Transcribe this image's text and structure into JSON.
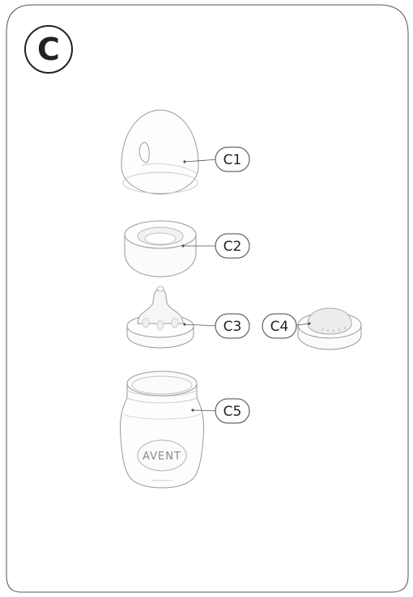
{
  "section": {
    "letter": "C"
  },
  "parts": [
    {
      "id": "C1",
      "label": "C1"
    },
    {
      "id": "C2",
      "label": "C2"
    },
    {
      "id": "C3",
      "label": "C3"
    },
    {
      "id": "C4",
      "label": "C4"
    },
    {
      "id": "C5",
      "label": "C5"
    }
  ],
  "bottle": {
    "brand": "AVENT"
  }
}
